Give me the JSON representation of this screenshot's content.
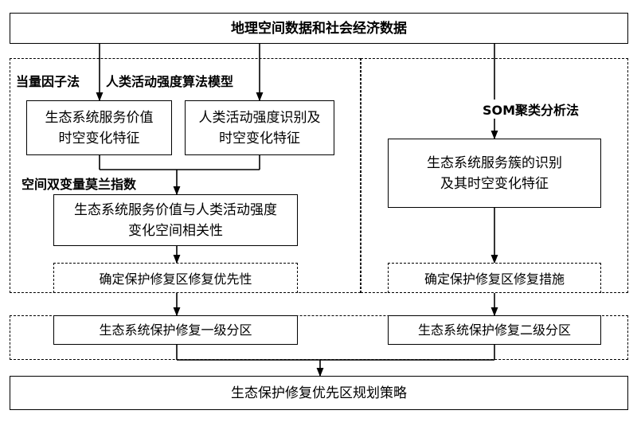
{
  "nodes": {
    "top": "地理空间数据和社会经济数据",
    "eco_value": "生态系统服务价值\n时空变化特征",
    "human_activity": "人类活动强度识别及\n时空变化特征",
    "correlation": "生态系统服务价值与人类活动强度\n变化空间相关性",
    "priority": "确定保护修复区修复优先性",
    "cluster": "生态系统服务簇的识别\n及其时空变化特征",
    "measures": "确定保护修复区修复措施",
    "zone1": "生态系统保护修复一级分区",
    "zone2": "生态系统保护修复二级分区",
    "bottom": "生态保护修复优先区规划策略"
  },
  "methods": {
    "equivalent_factor": "当量因子法",
    "human_activity_model": "人类活动强度算法模型",
    "moran": "空间双变量莫兰指数",
    "som": "SOM聚类分析法"
  }
}
